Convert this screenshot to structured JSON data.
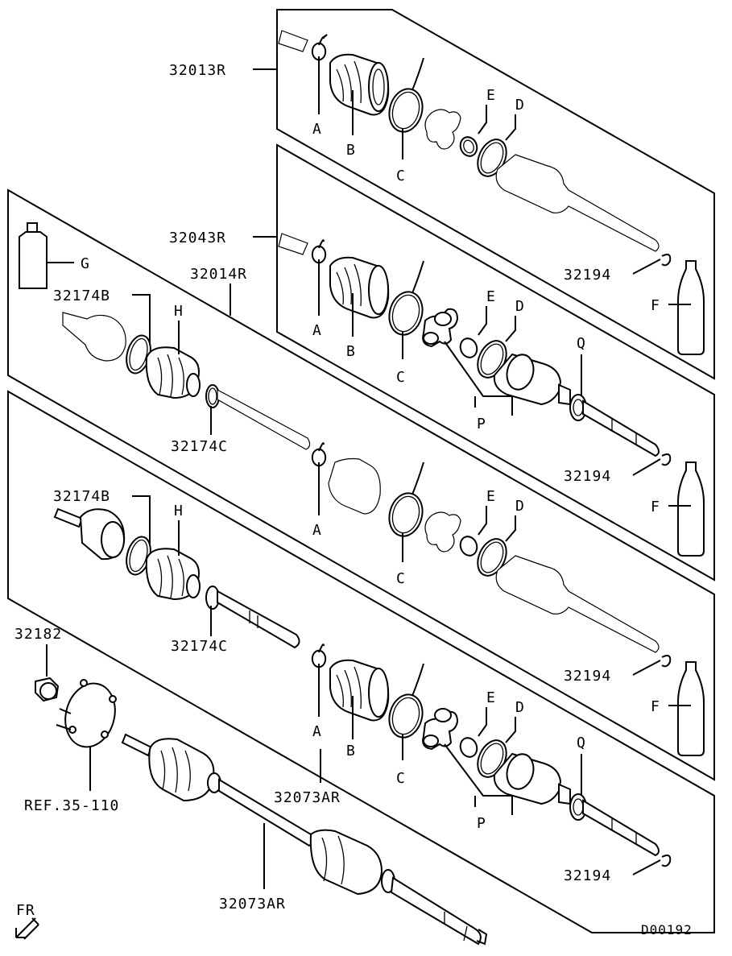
{
  "labels": {
    "part_32013R": "32013R",
    "part_32043R": "32043R",
    "part_32014R": "32014R",
    "part_32073AR_upper": "32073AR",
    "part_32073AR_lower": "32073AR",
    "part_32174B_a": "32174B",
    "part_32174B_b": "32174B",
    "part_32174C_a": "32174C",
    "part_32174C_b": "32174C",
    "part_32194_1": "32194",
    "part_32194_2": "32194",
    "part_32194_3": "32194",
    "part_32194_4": "32194",
    "part_32182": "32182",
    "ref": "REF.35-110",
    "code": "D00192",
    "fr": "FR",
    "A": "A",
    "B": "B",
    "C": "C",
    "D": "D",
    "E": "E",
    "F": "F",
    "G": "G",
    "H": "H",
    "P": "P",
    "Q": "Q"
  }
}
